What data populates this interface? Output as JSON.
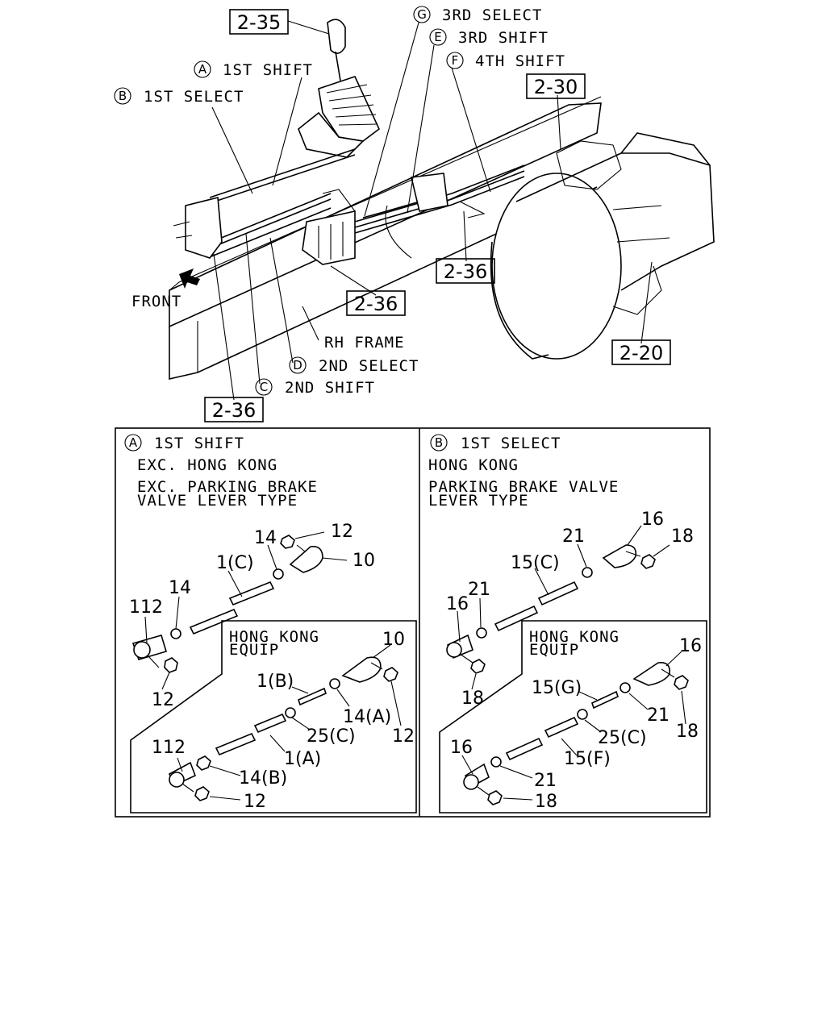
{
  "overview": {
    "callouts": {
      "a": {
        "letter": "A",
        "label": "1ST SHIFT"
      },
      "b": {
        "letter": "B",
        "label": "1ST SELECT"
      },
      "c": {
        "letter": "C",
        "label": "2ND SHIFT"
      },
      "d": {
        "letter": "D",
        "label": "2ND SELECT"
      },
      "e": {
        "letter": "E",
        "label": "3RD SHIFT"
      },
      "f": {
        "letter": "F",
        "label": "4TH SHIFT"
      },
      "g": {
        "letter": "G",
        "label": "3RD SELECT"
      }
    },
    "refs": {
      "r235": "2-35",
      "r230": "2-30",
      "r236a": "2-36",
      "r236b": "2-36",
      "r236c": "2-36",
      "r220": "2-20"
    },
    "front_label": "FRONT",
    "frame_label": "RH FRAME"
  },
  "panel_a": {
    "letter": "A",
    "title": "1ST SHIFT",
    "note1": "EXC. HONG KONG",
    "note2a": "EXC. PARKING BRAKE",
    "note2b": "VALVE LEVER TYPE",
    "parts": {
      "p14a": "14",
      "p12a": "12",
      "p10a": "10",
      "p1c": "1(C)",
      "p14b": "14",
      "p112": "112",
      "p12b": "12"
    },
    "sub": {
      "line1": "HONG KONG",
      "line2": "EQUIP",
      "parts": {
        "p10": "10",
        "p1b": "1(B)",
        "p14a": "14(A)",
        "p12": "12",
        "p25c": "25(C)",
        "p1a": "1(A)",
        "p112": "112",
        "p14b": "14(B)",
        "p12b": "12"
      }
    }
  },
  "panel_b": {
    "letter": "B",
    "title": "1ST SELECT",
    "note1": "HONG KONG",
    "note2a": "PARKING BRAKE VALVE",
    "note2b": "LEVER TYPE",
    "parts": {
      "p16a": "16",
      "p21a": "21",
      "p18a": "18",
      "p15c": "15(C)",
      "p21b": "21",
      "p16b": "16",
      "p18b": "18"
    },
    "sub": {
      "line1": "HONG KONG",
      "line2": "EQUIP",
      "parts": {
        "p16": "16",
        "p15g": "15(G)",
        "p21": "21",
        "p18": "18",
        "p25c": "25(C)",
        "p15f": "15(F)",
        "p16b": "16",
        "p21b": "21",
        "p18b": "18"
      }
    }
  }
}
